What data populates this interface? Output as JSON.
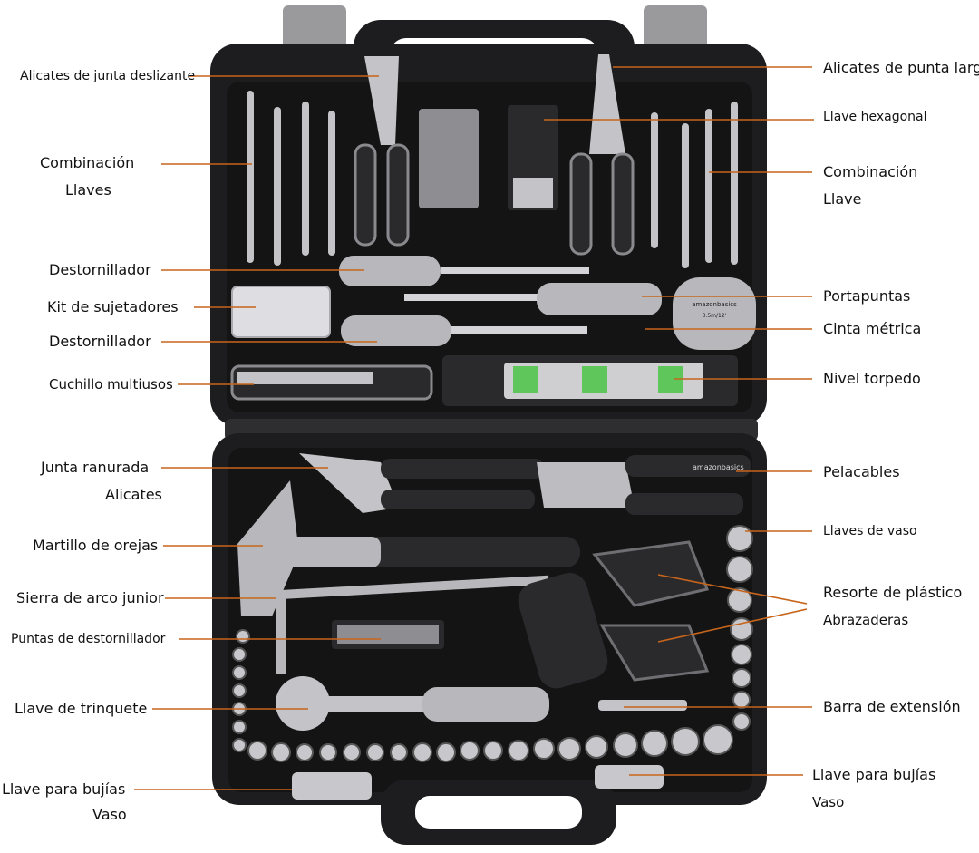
{
  "labels": {
    "slip_joint_pliers": "Alicates de junta deslizante",
    "needle_nose_pliers": "Alicates de punta larga",
    "hex_key": "Llave hexagonal",
    "combo_left_1": "Combinación",
    "combo_left_2": "Llaves",
    "combo_right_1": "Combinación",
    "combo_right_2": "Llave",
    "screwdriver_1": "Destornillador",
    "bit_holder": "Portapuntas",
    "fastener_kit": "Kit de sujetadores",
    "tape_measure": "Cinta métrica",
    "screwdriver_2": "Destornillador",
    "utility_knife": "Cuchillo multiusos",
    "torpedo_level": "Nivel torpedo",
    "groove_joint_1": "Junta ranurada",
    "groove_joint_2": "Alicates",
    "wire_stripper": "Pelacables",
    "sockets": "Llaves de vaso",
    "claw_hammer": "Martillo de orejas",
    "spring_clamps_1": "Resorte de plástico",
    "spring_clamps_2": "Abrazaderas",
    "junior_hacksaw": "Sierra de arco junior",
    "screwdriver_bits": "Puntas de destornillador",
    "ratchet": "Llave de trinquete",
    "extension_bar": "Barra de extensión",
    "spark_left_1": "Llave para bujías",
    "spark_left_2": "Vaso",
    "spark_right_1": "Llave para bujías",
    "spark_right_2": "Vaso"
  },
  "product_text": {
    "brand": "amazonbasics",
    "tape_size": "3.5m/12'"
  },
  "colors": {
    "leader": "#c8651b",
    "case": "#1d1d1f",
    "case_edge": "#2e2e31",
    "tray": "#141415",
    "tool_grey": "#b8b8bc",
    "latch": "#9a9a9c"
  }
}
